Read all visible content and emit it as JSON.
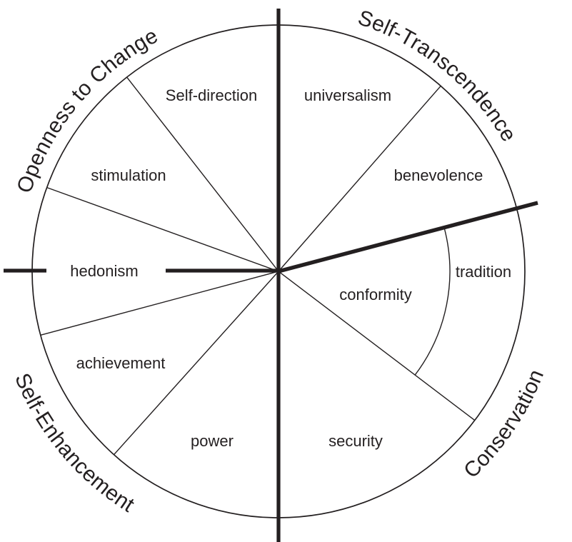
{
  "diagram": {
    "colors": {
      "ink": "#231f20",
      "background": "#ffffff"
    },
    "dimensions": {
      "openness": "Openness to Change",
      "transcendence": "Self-Transcendence",
      "conservation": "Conservation",
      "enhancement": "Self-Enhancement"
    },
    "values": {
      "self_direction": "Self-direction",
      "universalism": "universalism",
      "stimulation": "stimulation",
      "benevolence": "benevolence",
      "hedonism": "hedonism",
      "tradition": "tradition",
      "conformity": "conformity",
      "achievement": "achievement",
      "power": "power",
      "security": "security"
    }
  }
}
